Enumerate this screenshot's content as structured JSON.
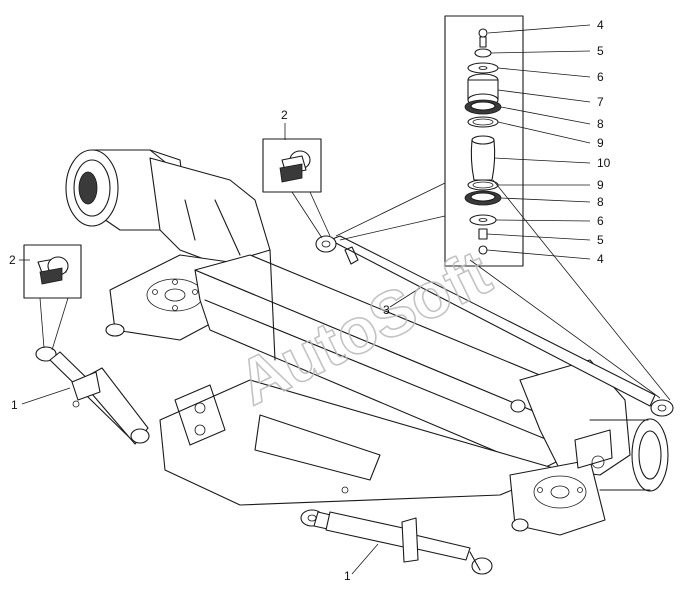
{
  "watermark": "AutoSoft",
  "callouts": {
    "exploded_stack": [
      "4",
      "5",
      "6",
      "7",
      "8",
      "9",
      "10",
      "9",
      "8",
      "6",
      "5",
      "4"
    ],
    "left_cylinder": "1",
    "bottom_cylinder": "1",
    "left_plug": "2",
    "top_plug": "2",
    "tie_rod": "3"
  },
  "colors": {
    "line": "#1a1a1a",
    "watermark": "#b9b9b9",
    "background": "#ffffff"
  }
}
